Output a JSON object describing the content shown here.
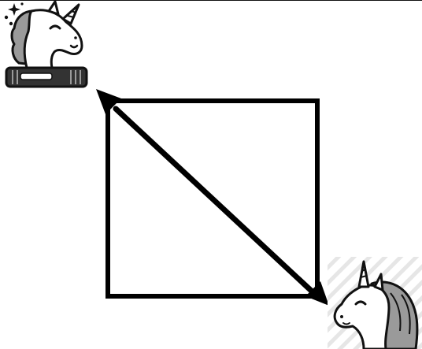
{
  "diagram": {
    "icons": [
      {
        "id": "source",
        "name": "unicorn-on-bar-icon"
      },
      {
        "id": "target",
        "name": "unicorn-head-icon"
      }
    ],
    "edge": {
      "from": "target",
      "to": "source",
      "bidirectional": true
    },
    "colors": {
      "line": "#000000",
      "icon_outline": "#111111",
      "icon_fill": "#ffffff",
      "icon_shade": "#9a9a9a",
      "icon_base": "#333333",
      "corner_stripes": "#e6e6e6"
    }
  }
}
